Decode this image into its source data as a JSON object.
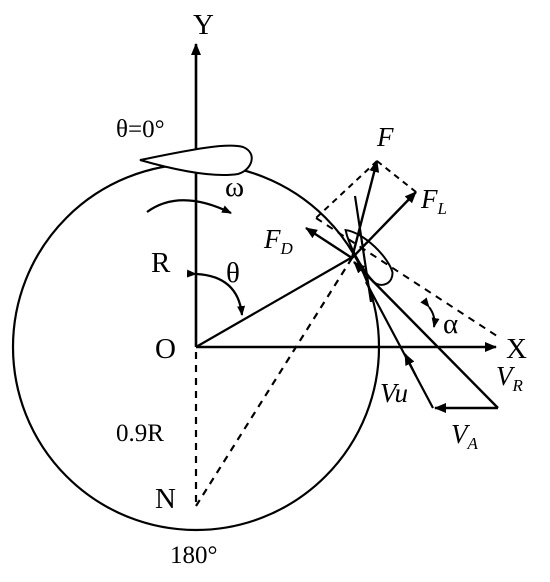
{
  "labels": {
    "y_axis": "Y",
    "x_axis": "X",
    "origin": "O",
    "theta_zero": "θ=0°",
    "omega": "ω",
    "radius": "R",
    "theta": "θ",
    "nine_tenths_r": "0.9R",
    "point_n": "N",
    "bottom_angle": "180°",
    "force_f": "F",
    "force_fl_main": "F",
    "force_fl_sub": "L",
    "force_fd_main": "F",
    "force_fd_sub": "D",
    "alpha": "α",
    "vu": "Vu",
    "vr_main": "V",
    "vr_sub": "R",
    "va_main": "V",
    "va_sub": "A"
  },
  "colors": {
    "stroke": "#000000",
    "background": "#ffffff"
  }
}
